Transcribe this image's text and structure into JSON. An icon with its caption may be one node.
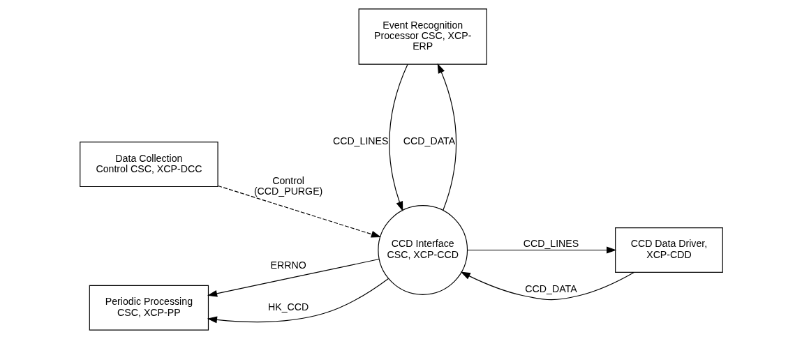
{
  "diagram": {
    "nodes": [
      {
        "text": [
          "Data Collection Control CSC, XCP-DCC"
        ]
      },
      {
        "text": [
          "Event Recognition Processor CSC, XCP-ERP"
        ]
      },
      {
        "text": [
          "Periodic Processing CSC, XCP-PP"
        ]
      },
      {
        "text": [
          "CCD Interface CSC, XCP-CCD"
        ]
      },
      {
        "text": [
          "CCD Data Driver, XCP-CDD"
        ]
      }
    ],
    "edges": [
      {
        "from": 0,
        "to": 3,
        "arrow": "to",
        "label": "Control (CCD_PURGE)",
        "style": "dashed"
      },
      {
        "from": 3,
        "to": 1,
        "arrow": "to",
        "label": "CCD_DATA"
      },
      {
        "from": 1,
        "to": 3,
        "arrow": "to",
        "label": "CCD_LINES"
      },
      {
        "from": 3,
        "to": 2,
        "arrow": "to",
        "label": "ERRNO"
      },
      {
        "from": 3,
        "to": 2,
        "arrow": "to",
        "label": "HK_CCD"
      },
      {
        "from": 4,
        "to": 3,
        "arrow": "to",
        "label": "CCD_DATA"
      },
      {
        "from": 3,
        "to": 4,
        "arrow": "to",
        "label": "CCD_LINES"
      }
    ]
  }
}
